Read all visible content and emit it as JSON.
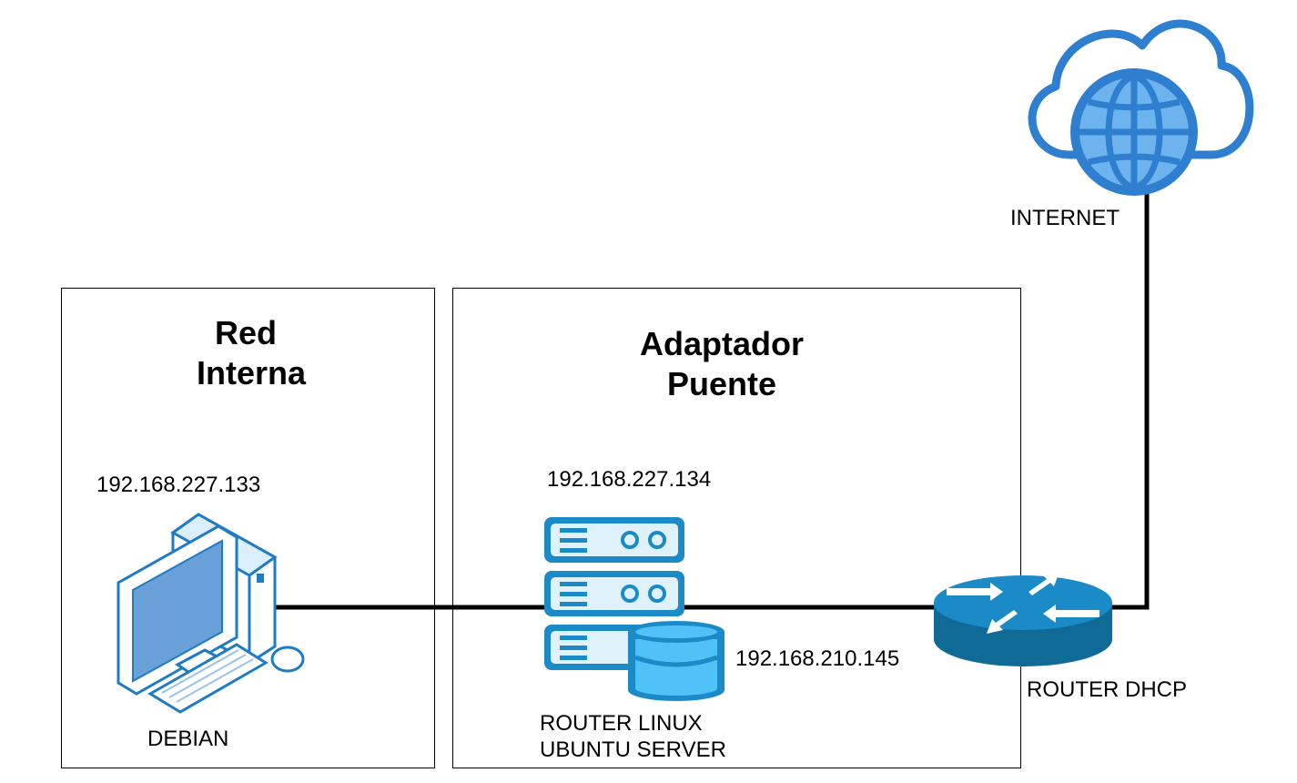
{
  "zones": {
    "internal": {
      "title_line1": "Red",
      "title_line2": "Interna"
    },
    "bridge": {
      "title_line1": "Adaptador",
      "title_line2": "Puente"
    }
  },
  "nodes": {
    "debian": {
      "ip": "192.168.227.133",
      "name": "DEBIAN",
      "icon": "desktop-computer-icon"
    },
    "router_linux": {
      "ip_internal": "192.168.227.134",
      "ip_external": "192.168.210.145",
      "name_line1": "ROUTER LINUX",
      "name_line2": "UBUNTU SERVER",
      "icon": "server-database-icon"
    },
    "router_dhcp": {
      "name": "ROUTER DHCP",
      "icon": "router-icon"
    },
    "internet": {
      "name": "INTERNET",
      "icon": "cloud-globe-icon"
    }
  },
  "colors": {
    "icon_dark": "#0f6a96",
    "icon_mid": "#1b8bc7",
    "icon_light": "#4fc3f7",
    "globe": "#2e7fcf",
    "link": "#000000"
  }
}
